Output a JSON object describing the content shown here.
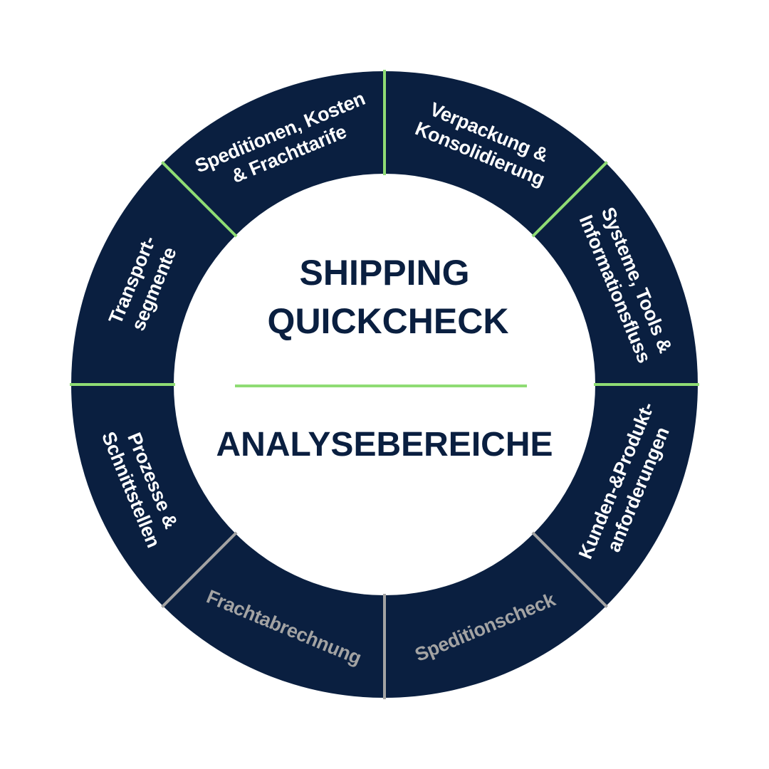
{
  "center": {
    "title_line1": "SHIPPING",
    "title_line2": "QUICKCHECK",
    "subtitle": "ANALYSEBEREICHE"
  },
  "colors": {
    "ring": "#0a1f40",
    "divider_active": "#8fdc74",
    "divider_muted": "#a3a3a3",
    "text_active": "#ffffff",
    "text_muted": "#a3a3a3"
  },
  "segments": [
    {
      "lines": [
        "Verpackung &",
        "Konsolidierung"
      ],
      "active": true
    },
    {
      "lines": [
        "Systeme, Tools &",
        "Informationsfluss"
      ],
      "active": true
    },
    {
      "lines": [
        "Kunden-&Produkt-",
        "anforderungen"
      ],
      "active": true
    },
    {
      "lines": [
        "Speditionscheck"
      ],
      "active": false
    },
    {
      "lines": [
        "Frachtabrechnung"
      ],
      "active": false
    },
    {
      "lines": [
        "Prozesse &",
        "Schnittstellen"
      ],
      "active": true
    },
    {
      "lines": [
        "Transport-",
        "segmente"
      ],
      "active": true
    },
    {
      "lines": [
        "Speditionen, Kosten",
        "& Frachttarife"
      ],
      "active": true
    }
  ]
}
